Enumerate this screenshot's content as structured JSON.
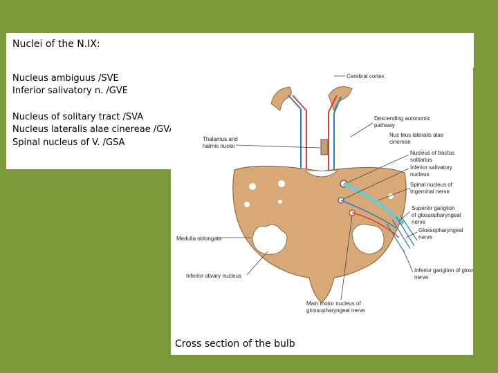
{
  "title": "Nuclei of the N.IX:",
  "text_lines": [
    "Nucleus ambiguus /SVE",
    "Inferior salivatory n. /GVE",
    "Nucleus of solitary tract /SVA",
    "Nucleus lateralis alae cinereae /GVA",
    "Spinal nucleus of V. /GSA"
  ],
  "diagram_labels": {
    "cerebral_cortex": "Cerebral cortex",
    "descending_autonomic_1": "Descending autonomic",
    "descending_autonomic_2": "pathway",
    "thalamus_1": "Thalamus and",
    "thalamus_2": "halmic nuclei",
    "nuc_lat_1": "Nuc leus lateralis alae",
    "nuc_lat_2": "cinereae",
    "tractus_1": "Nucleus of tractus",
    "tractus_2": "solitarius",
    "inf_saliv_1": "Inferior salivatory",
    "inf_saliv_2": "nucleus",
    "spinal_1": "Spinal nucleus of",
    "spinal_2": "trigeminal nerve",
    "sup_gang_1": "Superior ganglion",
    "sup_gang_2": "of glossopharyngeal",
    "sup_gang_3": "nerve",
    "glosso_1": "Glossopharyngeal",
    "glosso_2": "nerve",
    "medulla": "Medulla oblongata",
    "inf_olivary": "Inferior olivary nucleus",
    "inf_gang_1": "Inferior ganglion of glossopharyngeal",
    "inf_gang_2": "nerve",
    "main_motor_1": "Main motor nucleus of",
    "main_motor_2": "glossopharyngeal nerve"
  },
  "caption": "Cross section of the bulb",
  "colors": {
    "background": "#7a9a3c",
    "medulla": "#d9a877",
    "motor_path": "#d8403c",
    "sensory_path": "#2c7fb8",
    "autonomic_path": "#7fc4c2"
  }
}
